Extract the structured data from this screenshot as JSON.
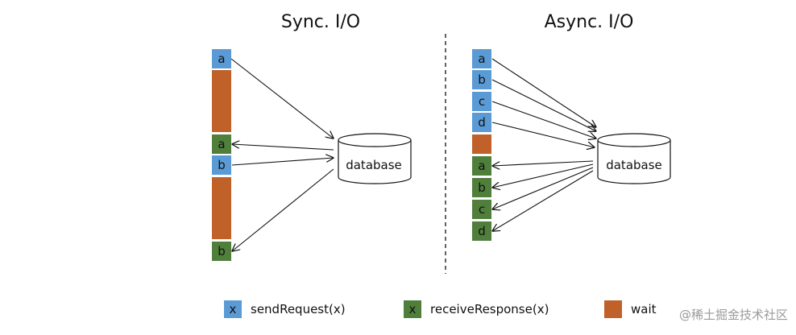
{
  "colors": {
    "send": "#5b9bd5",
    "receive": "#4f7f3b",
    "wait": "#c0612a"
  },
  "sync": {
    "title": "Sync. I/O",
    "blocks": [
      {
        "label": "a",
        "kind": "send"
      },
      {
        "label": "",
        "kind": "wait"
      },
      {
        "label": "a",
        "kind": "receive"
      },
      {
        "label": "b",
        "kind": "send"
      },
      {
        "label": "",
        "kind": "wait"
      },
      {
        "label": "b",
        "kind": "receive"
      }
    ],
    "database_label": "database"
  },
  "async": {
    "title": "Async. I/O",
    "blocks": [
      {
        "label": "a",
        "kind": "send"
      },
      {
        "label": "b",
        "kind": "send"
      },
      {
        "label": "c",
        "kind": "send"
      },
      {
        "label": "d",
        "kind": "send"
      },
      {
        "label": "",
        "kind": "wait"
      },
      {
        "label": "a",
        "kind": "receive"
      },
      {
        "label": "b",
        "kind": "receive"
      },
      {
        "label": "c",
        "kind": "receive"
      },
      {
        "label": "d",
        "kind": "receive"
      }
    ],
    "database_label": "database"
  },
  "legend": {
    "send_symbol": "x",
    "send_label": "sendRequest(x)",
    "receive_symbol": "x",
    "receive_label": "receiveResponse(x)",
    "wait_label": "wait"
  },
  "watermark": "@稀土掘金技术社区"
}
